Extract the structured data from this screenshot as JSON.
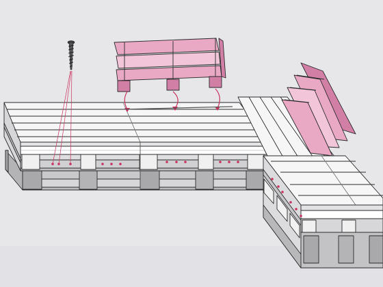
{
  "colors": {
    "paper": "#e7e6e9",
    "paper_shade": "#d9d8dc",
    "wood_top": "#f6f6f6",
    "wood_light": "#ededee",
    "wood_side": "#d2d2d4",
    "wood_shadow": "#bdbdc0",
    "wood_dark": "#a9a9ac",
    "pink": "#e9a9c4",
    "pink_dark": "#d27fa6",
    "pink_light": "#f2c5d8",
    "line": "#2b2b2b",
    "marker": "#c8345f"
  },
  "icons": {
    "screw": "screw-icon",
    "arrow": "curved-arrow-icon"
  },
  "diagram": {
    "components": [
      "pallet-sofa-seat-left",
      "pallet-sofa-seat-corner",
      "pallet-backrest-loose",
      "pallet-backrest-mounted",
      "screw",
      "guide-lines",
      "screw-position-markers"
    ]
  }
}
